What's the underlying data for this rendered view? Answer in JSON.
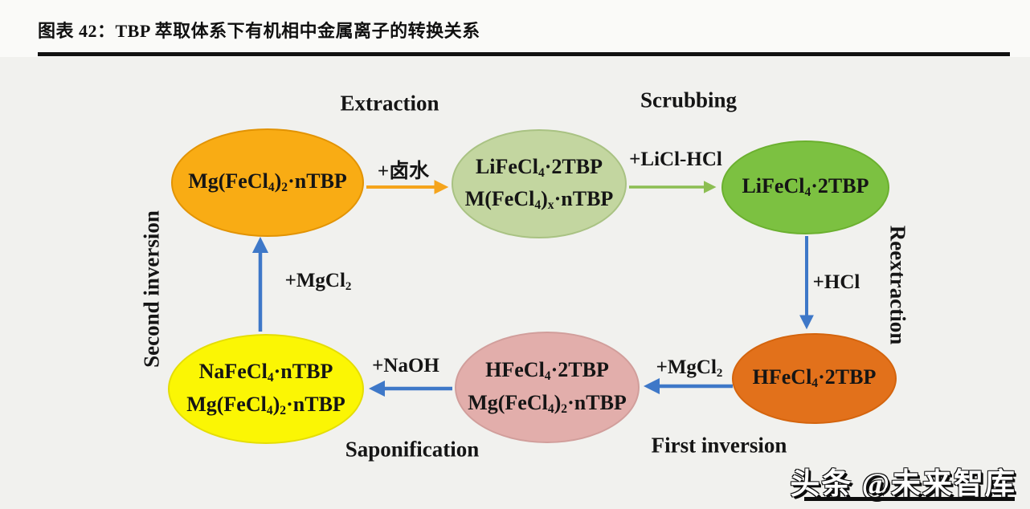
{
  "header": {
    "title": "图表 42：TBP 萃取体系下有机相中金属离子的转换关系"
  },
  "footer": {
    "watermark": "头条 @未来智库"
  },
  "colors": {
    "page_bg": "#fafaf8",
    "diagram_bg": "#f1f1ee",
    "rule_black": "#111111",
    "text": "#151515",
    "arrow_blue": "#3E78C8",
    "arrow_orange": "#F5A41C",
    "arrow_green": "#8CBE52"
  },
  "diagram": {
    "type": "flow-cycle",
    "stage_labels": [
      {
        "id": "extraction",
        "text": "Extraction"
      },
      {
        "id": "scrubbing",
        "text": "Scrubbing"
      },
      {
        "id": "reextraction",
        "text": "Reextraction"
      },
      {
        "id": "first-inversion",
        "text": "First inversion"
      },
      {
        "id": "saponification",
        "text": "Saponification"
      },
      {
        "id": "second-inversion",
        "text": "Second inversion"
      }
    ],
    "nodes": [
      {
        "id": "mg-fecl4-ntbp",
        "lines": [
          "Mg(FeCl₄)₂·nTBP"
        ],
        "fill": "#F9AC14",
        "border": "#E29303"
      },
      {
        "id": "lifecl4-mixed",
        "lines": [
          "LiFeCl₄·2TBP",
          "M(FeCl₄)ₓ·nTBP"
        ],
        "fill": "#C3D6A0",
        "border": "#A9C283"
      },
      {
        "id": "lifecl4",
        "lines": [
          "LiFeCl₄·2TBP"
        ],
        "fill": "#7CC141",
        "border": "#6BB02F"
      },
      {
        "id": "hfecl4",
        "lines": [
          "HFeCl₄·2TBP"
        ],
        "fill": "#E2711B",
        "border": "#D4640D"
      },
      {
        "id": "hfecl4-mixed",
        "lines": [
          "HFeCl₄·2TBP",
          "Mg(FeCl₄)₂·nTBP"
        ],
        "fill": "#E2AEAB",
        "border": "#D19E9B"
      },
      {
        "id": "nafecl4-mixed",
        "lines": [
          "NaFeCl₄·nTBP",
          "Mg(FeCl₄)₂·nTBP"
        ],
        "fill": "#FBF604",
        "border": "#E4DD05"
      }
    ],
    "arrows": [
      {
        "id": "extraction-arrow",
        "label": "+卤水",
        "color": "#F5A41C",
        "direction": "right"
      },
      {
        "id": "scrubbing-arrow",
        "label": "+LiCl-HCl",
        "color": "#8CBE52",
        "direction": "right"
      },
      {
        "id": "reextraction-arrow",
        "label": "+HCl",
        "color": "#3E78C8",
        "direction": "down"
      },
      {
        "id": "first-inversion-arrow",
        "label": "+MgCl₂",
        "color": "#3E78C8",
        "direction": "left"
      },
      {
        "id": "saponification-arrow",
        "label": "+NaOH",
        "color": "#3E78C8",
        "direction": "left"
      },
      {
        "id": "second-inversion-arrow",
        "label": "+MgCl₂",
        "color": "#3E78C8",
        "direction": "up"
      }
    ]
  }
}
